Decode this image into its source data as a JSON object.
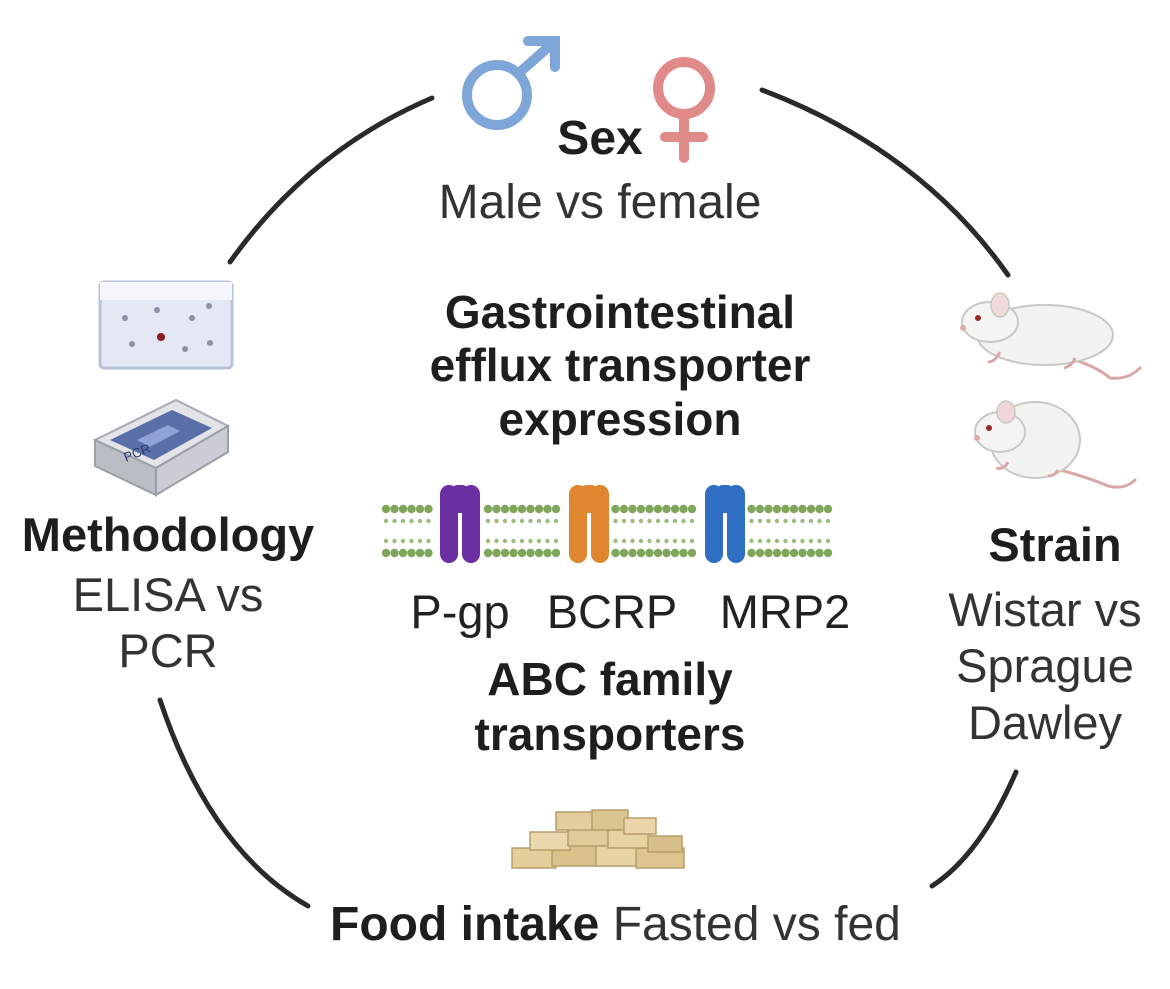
{
  "sex": {
    "title": "Sex",
    "subtitle": "Male vs female"
  },
  "center": {
    "title_lines": [
      "Gastrointestinal",
      "efflux transporter",
      "expression"
    ],
    "transporters": [
      "P-gp",
      "BCRP",
      "MRP2"
    ],
    "family_lines": [
      "ABC family",
      "transporters"
    ]
  },
  "methodology": {
    "title": "Methodology",
    "lines": [
      "ELISA vs",
      "PCR"
    ]
  },
  "strain": {
    "title": "Strain",
    "lines": [
      "Wistar vs",
      "Sprague",
      "Dawley"
    ]
  },
  "food": {
    "title": "Food intake",
    "subtitle": "Fasted vs fed"
  },
  "device_label": "PCR",
  "colors": {
    "male": "#7ea6d8",
    "female": "#e08a8a",
    "pgp": "#6a2fa0",
    "bcrp": "#e0862e",
    "mrp2": "#2e6fc4",
    "membrane": "#7fa65a",
    "ring": "#2a2a2a"
  },
  "icons": [
    "male-symbol-icon",
    "female-symbol-icon",
    "petri-dish-icon",
    "pcr-machine-icon",
    "rat-icon",
    "food-pellets-icon"
  ]
}
